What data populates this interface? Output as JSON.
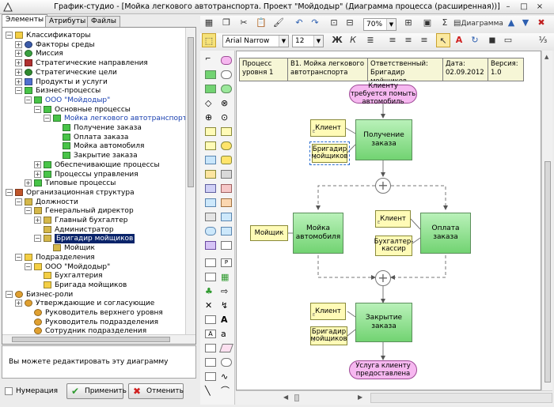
{
  "window": {
    "title": "График-студио - [Мойка легкового автотранспорта. Проект \"Мойдодыр\" (Диаграмма процесса (расширенная))]",
    "controls": [
      "–",
      "□",
      "×"
    ]
  },
  "left_tabs": [
    "Элементы",
    "Атрибуты",
    "Файлы"
  ],
  "tree": [
    {
      "label": "Классификаторы",
      "icon": "folder-icon",
      "exp": "−"
    },
    {
      "label": "Факторы среды",
      "icon": "factor-icon",
      "exp": "+"
    },
    {
      "label": "Миссия",
      "icon": "mission-icon",
      "exp": "+"
    },
    {
      "label": "Стратегические направления",
      "icon": "strategy-icon",
      "exp": "+"
    },
    {
      "label": "Стратегические цели",
      "icon": "goal-icon",
      "exp": "+"
    },
    {
      "label": "Продукты и услуги",
      "icon": "product-icon",
      "exp": "+"
    },
    {
      "label": "Бизнес-процессы",
      "icon": "process-icon",
      "exp": "−"
    },
    {
      "label": "ООО \"Мойдодыр\"",
      "icon": "process-icon",
      "exp": "−"
    },
    {
      "label": "Основные процессы",
      "icon": "process-icon",
      "exp": "−"
    },
    {
      "label": "Мойка легкового автотранспорта",
      "icon": "process-icon",
      "exp": "−"
    },
    {
      "label": "Получение заказа",
      "icon": "process-icon",
      "exp": ""
    },
    {
      "label": "Оплата заказа",
      "icon": "process-icon",
      "exp": ""
    },
    {
      "label": "Мойка автомобиля",
      "icon": "process-icon",
      "exp": ""
    },
    {
      "label": "Закрытие заказа",
      "icon": "process-icon",
      "exp": ""
    },
    {
      "label": "Обеспечивающие процессы",
      "icon": "process-icon",
      "exp": "+"
    },
    {
      "label": "Процессы управления",
      "icon": "process-icon",
      "exp": "+"
    },
    {
      "label": "Типовые процессы",
      "icon": "process-icon",
      "exp": "+"
    },
    {
      "label": "Организационная структура",
      "icon": "orgchart-icon",
      "exp": "−"
    },
    {
      "label": "Должности",
      "icon": "position-icon",
      "exp": "−"
    },
    {
      "label": "Генеральный директор",
      "icon": "position-icon",
      "exp": "−"
    },
    {
      "label": "Главный бухгалтер",
      "icon": "position-icon",
      "exp": "+"
    },
    {
      "label": "Администратор",
      "icon": "position-icon",
      "exp": ""
    },
    {
      "label": "Бригадир мойщиков",
      "icon": "position-icon",
      "exp": "−"
    },
    {
      "label": "Мойщик",
      "icon": "position-icon",
      "exp": ""
    },
    {
      "label": "Подразделения",
      "icon": "folder-icon",
      "exp": "−"
    },
    {
      "label": "ООО \"Мойдодыр\"",
      "icon": "folder-icon",
      "exp": "−"
    },
    {
      "label": "Бухгалтерия",
      "icon": "folder-icon",
      "exp": ""
    },
    {
      "label": "Бригада мойщиков",
      "icon": "folder-icon",
      "exp": ""
    },
    {
      "label": "Бизнес-роли",
      "icon": "role-icon",
      "exp": "−"
    },
    {
      "label": "Утверждающие и согласующие",
      "icon": "role-icon",
      "exp": "+"
    },
    {
      "label": "Руководитель верхнего уровня",
      "icon": "role-icon",
      "exp": ""
    },
    {
      "label": "Руководитель подразделения",
      "icon": "role-icon",
      "exp": ""
    },
    {
      "label": "Сотрудник подразделения",
      "icon": "role-icon",
      "exp": ""
    }
  ],
  "status_text": "Вы можете редактировать эту диаграмму",
  "numbering_label": "Нумерация",
  "apply_label": "Применить",
  "cancel_label": "Отменить",
  "toolbar": {
    "zoom": "70%",
    "diagram_label": "Диаграмма",
    "font_name": "Arial Narrow",
    "font_size": "12",
    "bold": "Ж",
    "italic": "К",
    "font_a": "A"
  },
  "header": [
    {
      "text": "Процесс уровня 1"
    },
    {
      "text": "В1.  Мойка легкового автотранспорта"
    },
    {
      "text": "Ответственный: Бригадир мойщиков"
    },
    {
      "text": "Дата: 02.09.2012"
    },
    {
      "text": "Версия: 1.0"
    }
  ],
  "diagram": {
    "start_event": "Клиенту требуется помыть автомобиль",
    "end_event": "Услуга клиенту предоставлена",
    "receive_order": "Получение заказа",
    "car_wash": "Мойка автомобиля",
    "payment": "Оплата заказа",
    "close_order": "Закрытие заказа",
    "client": "Клиент",
    "foreman": "Бригадир мойщиков",
    "washer": "Мойщик",
    "cashier": "Бухгалтер-кассир",
    "role_marker": "E",
    "gateway": "+"
  }
}
